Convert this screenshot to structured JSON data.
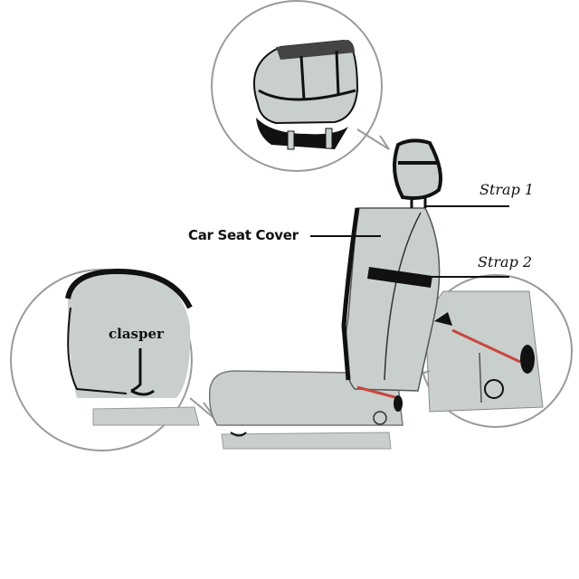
{
  "labels": {
    "strap1": "Strap 1",
    "strap2": "Strap 2",
    "car_seat_cover": "Car Seat Cover",
    "clasper": "clasper"
  },
  "colors": {
    "seat_fill": "#c9cfcd",
    "outline": "#111111",
    "strap_red": "#c8463c",
    "circle_stroke": "#9a9a9a"
  }
}
